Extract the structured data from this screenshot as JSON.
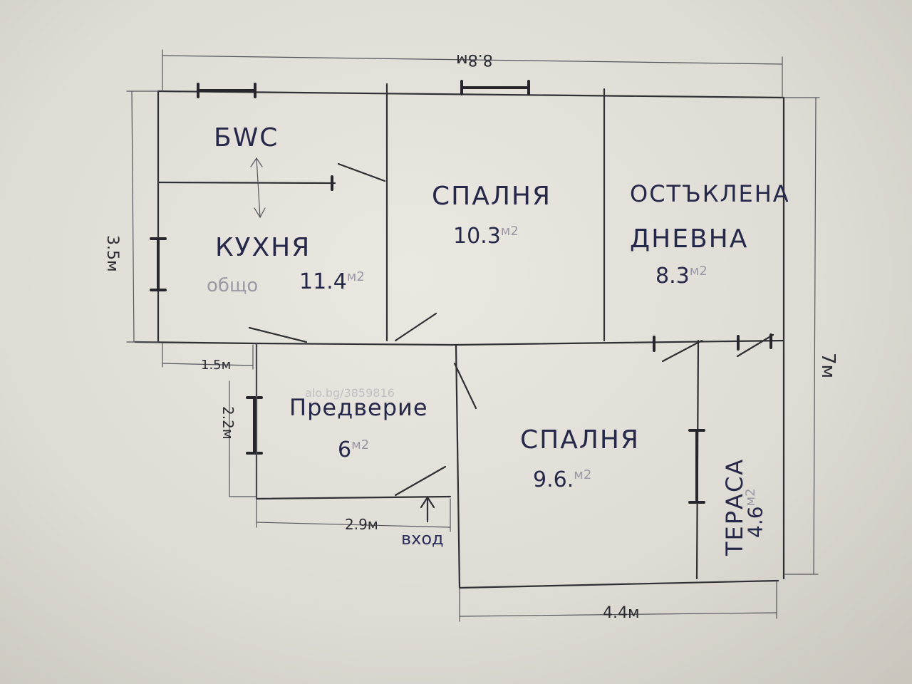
{
  "rooms": {
    "bwc": "БWC",
    "kitchen": "КУХНЯ",
    "kitchen_note": "общо",
    "kitchen_area": "11.4",
    "bedroom1": "СПАЛНЯ",
    "bedroom1_area": "10.3",
    "living1": "ОСТЪКЛЕНА",
    "living2": "ДНЕВНА",
    "living_area": "8.3",
    "hall": "Предверие",
    "hall_area": "6",
    "bedroom2": "СПАЛНЯ",
    "bedroom2_area": "9.6.",
    "terrace": "ТЕРАСА",
    "terrace_area": "4.6",
    "unit": "м",
    "unit_sq": "2"
  },
  "dimensions": {
    "top": "8.8м",
    "left": "3.5м",
    "hall_left": "2.2м",
    "offset": "1.5м",
    "hall_bottom": "2.9м",
    "bottom": "4.4м",
    "right": "7м"
  },
  "entry": "вход",
  "watermark": "alo.bg/3859816",
  "colors": {
    "ink": "#2f2f35",
    "label": "#26284a",
    "paper": "#e6e3dc"
  }
}
